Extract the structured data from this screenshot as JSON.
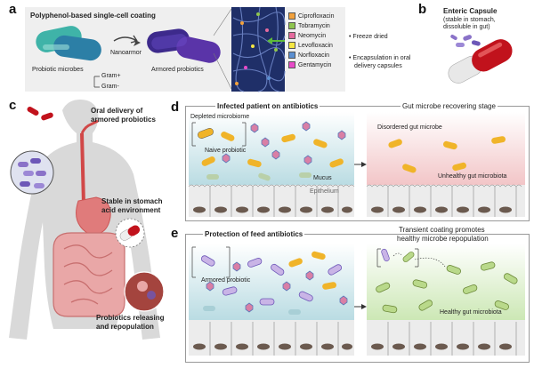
{
  "panel_a": {
    "label": "a",
    "title": "Polyphenol-based single-cell coating",
    "arrow_label": "Nanoarmor",
    "probiotic_label": "Probiotic microbes",
    "gram_pos": "Gram+",
    "gram_neg": "Gram-",
    "armored_label": "Armored probiotics",
    "antibiotics": [
      {
        "name": "Ciprofloxacin",
        "color": "#f2a13c"
      },
      {
        "name": "Tobramycin",
        "color": "#8fc54e"
      },
      {
        "name": "Neomycin",
        "color": "#e56b9e"
      },
      {
        "name": "Levofloxacin",
        "color": "#f5e642"
      },
      {
        "name": "Norfloxacin",
        "color": "#5b8fd1"
      },
      {
        "name": "Gentamycin",
        "color": "#e84ac8"
      }
    ],
    "step1": "Freeze dried",
    "step2": "Encapsulation in oral",
    "step2b": "delivery capsules"
  },
  "panel_b": {
    "label": "b",
    "title": "Enteric Capsule",
    "sub1": "(stable in stomach,",
    "sub2": "dissoluble in gut)"
  },
  "panel_c": {
    "label": "c",
    "oral1": "Oral delivery of",
    "oral2": "armored probiotics",
    "stable1": "Stable in stomach",
    "stable2": "acid environment",
    "release1": "Probiotics releasing",
    "release2": "and repopulation"
  },
  "panel_d": {
    "label": "d",
    "left_title": "Infected patient on antibiotics",
    "right_title": "Gut microbe recovering stage",
    "depleted": "Depleted microbiome",
    "naive": "Naive probiotic",
    "mucus": "Mucus",
    "epithelium": "Epithelium",
    "disordered": "Disordered gut microbe",
    "unhealthy": "Unhealthy gut microbiota"
  },
  "panel_e": {
    "label": "e",
    "left_title": "Protection of feed antibiotics",
    "right_title1": "Transient  coating promotes",
    "right_title2": "healthy microbe repopulation",
    "armored": "Armored probiotic",
    "healthy": "Healthy gut microbiota"
  },
  "colors": {
    "panel_bg": "#efefef",
    "mucus_blue": "#cfe6ea",
    "mucus_pink": "#f6d7d8",
    "mucus_green": "#d8ecc6",
    "cell": "#ececec",
    "nucleus": "#6b5a4f"
  }
}
